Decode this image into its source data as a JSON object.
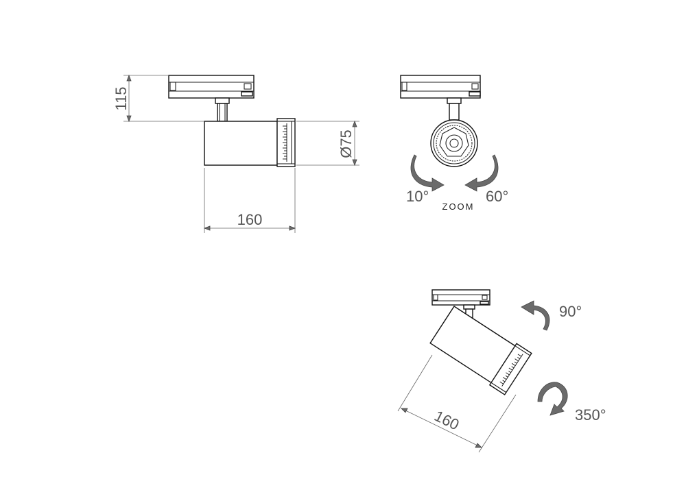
{
  "side_view": {
    "height_label": "115",
    "diameter_label": "Ø75",
    "length_label": "160"
  },
  "front_view": {
    "beam_min_label": "10°",
    "beam_max_label": "60°",
    "zoom_label": "ZOOM"
  },
  "rotated_view": {
    "tilt_label": "90°",
    "rotation_label": "350°",
    "length_label": "160"
  },
  "colors": {
    "line": "#222222",
    "arrow": "#6b6b6b",
    "text": "#555555"
  }
}
